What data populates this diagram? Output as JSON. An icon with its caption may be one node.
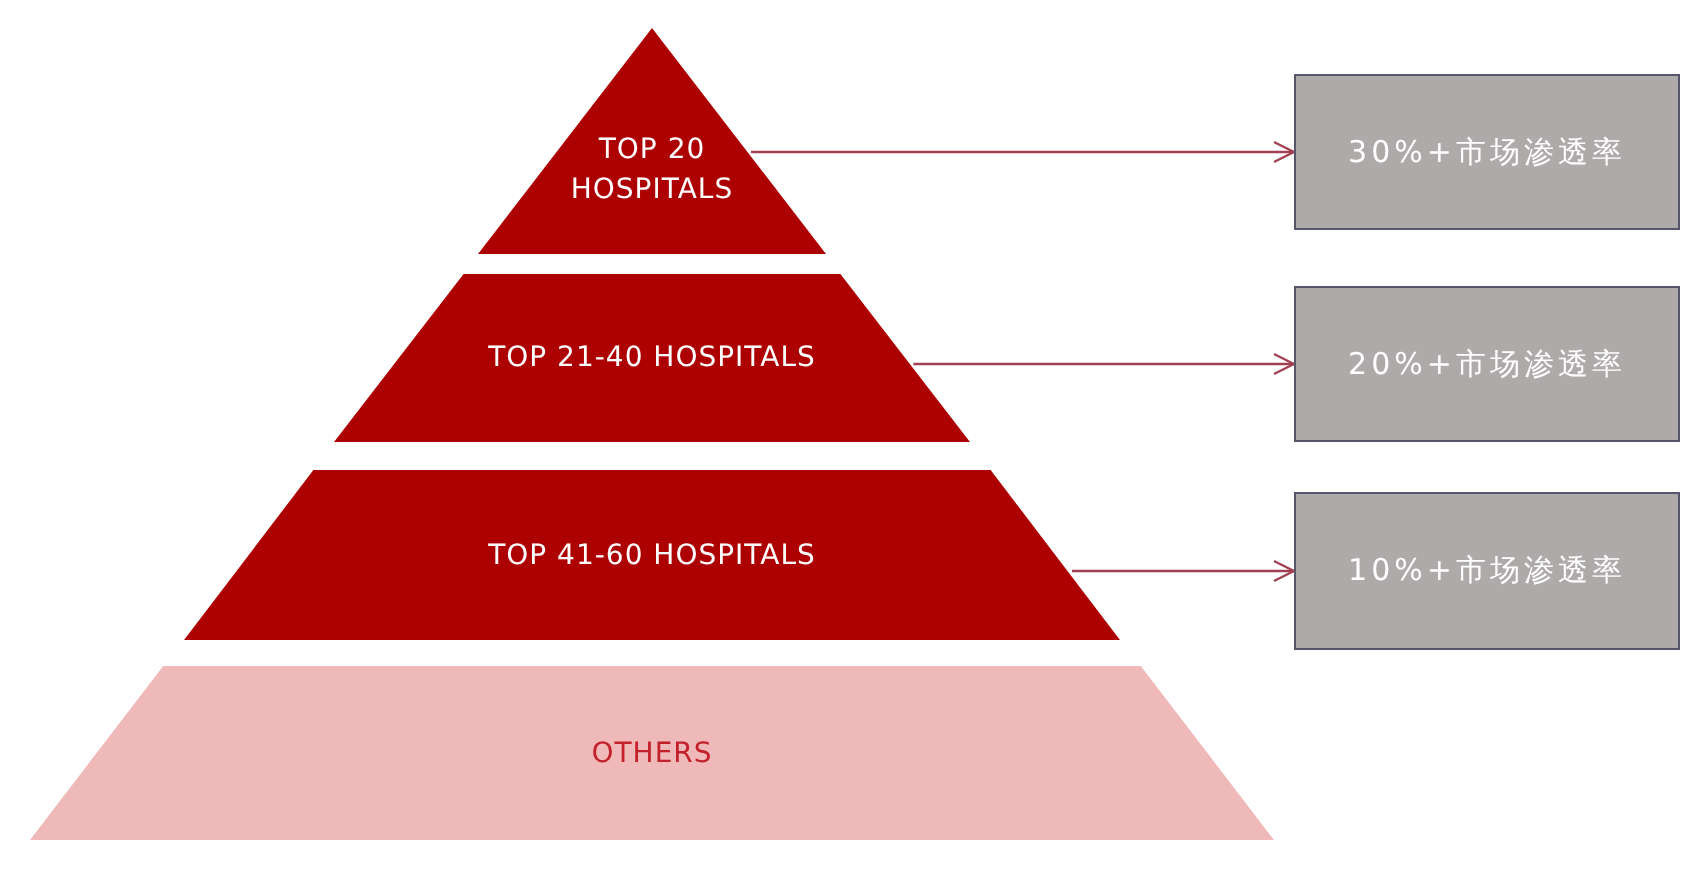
{
  "diagram": {
    "nodes": [
      {
        "text": [
          "TOP 20 HOSPITALS"
        ]
      },
      {
        "text": [
          "TOP 21-40 HOSPITALS"
        ]
      },
      {
        "text": [
          "TOP 41-60 HOSPITALS"
        ]
      },
      {
        "text": [
          "OTHERS"
        ]
      },
      {
        "text": [
          "30%+市场渗透率"
        ]
      },
      {
        "text": [
          "20%+市场渗透率"
        ]
      },
      {
        "text": [
          "10%+市场渗透率"
        ]
      }
    ],
    "edges": [
      {
        "from": 0,
        "to": 4,
        "arrow": "to"
      },
      {
        "from": 1,
        "to": 5,
        "arrow": "to"
      },
      {
        "from": 2,
        "to": 6,
        "arrow": "to"
      }
    ]
  }
}
